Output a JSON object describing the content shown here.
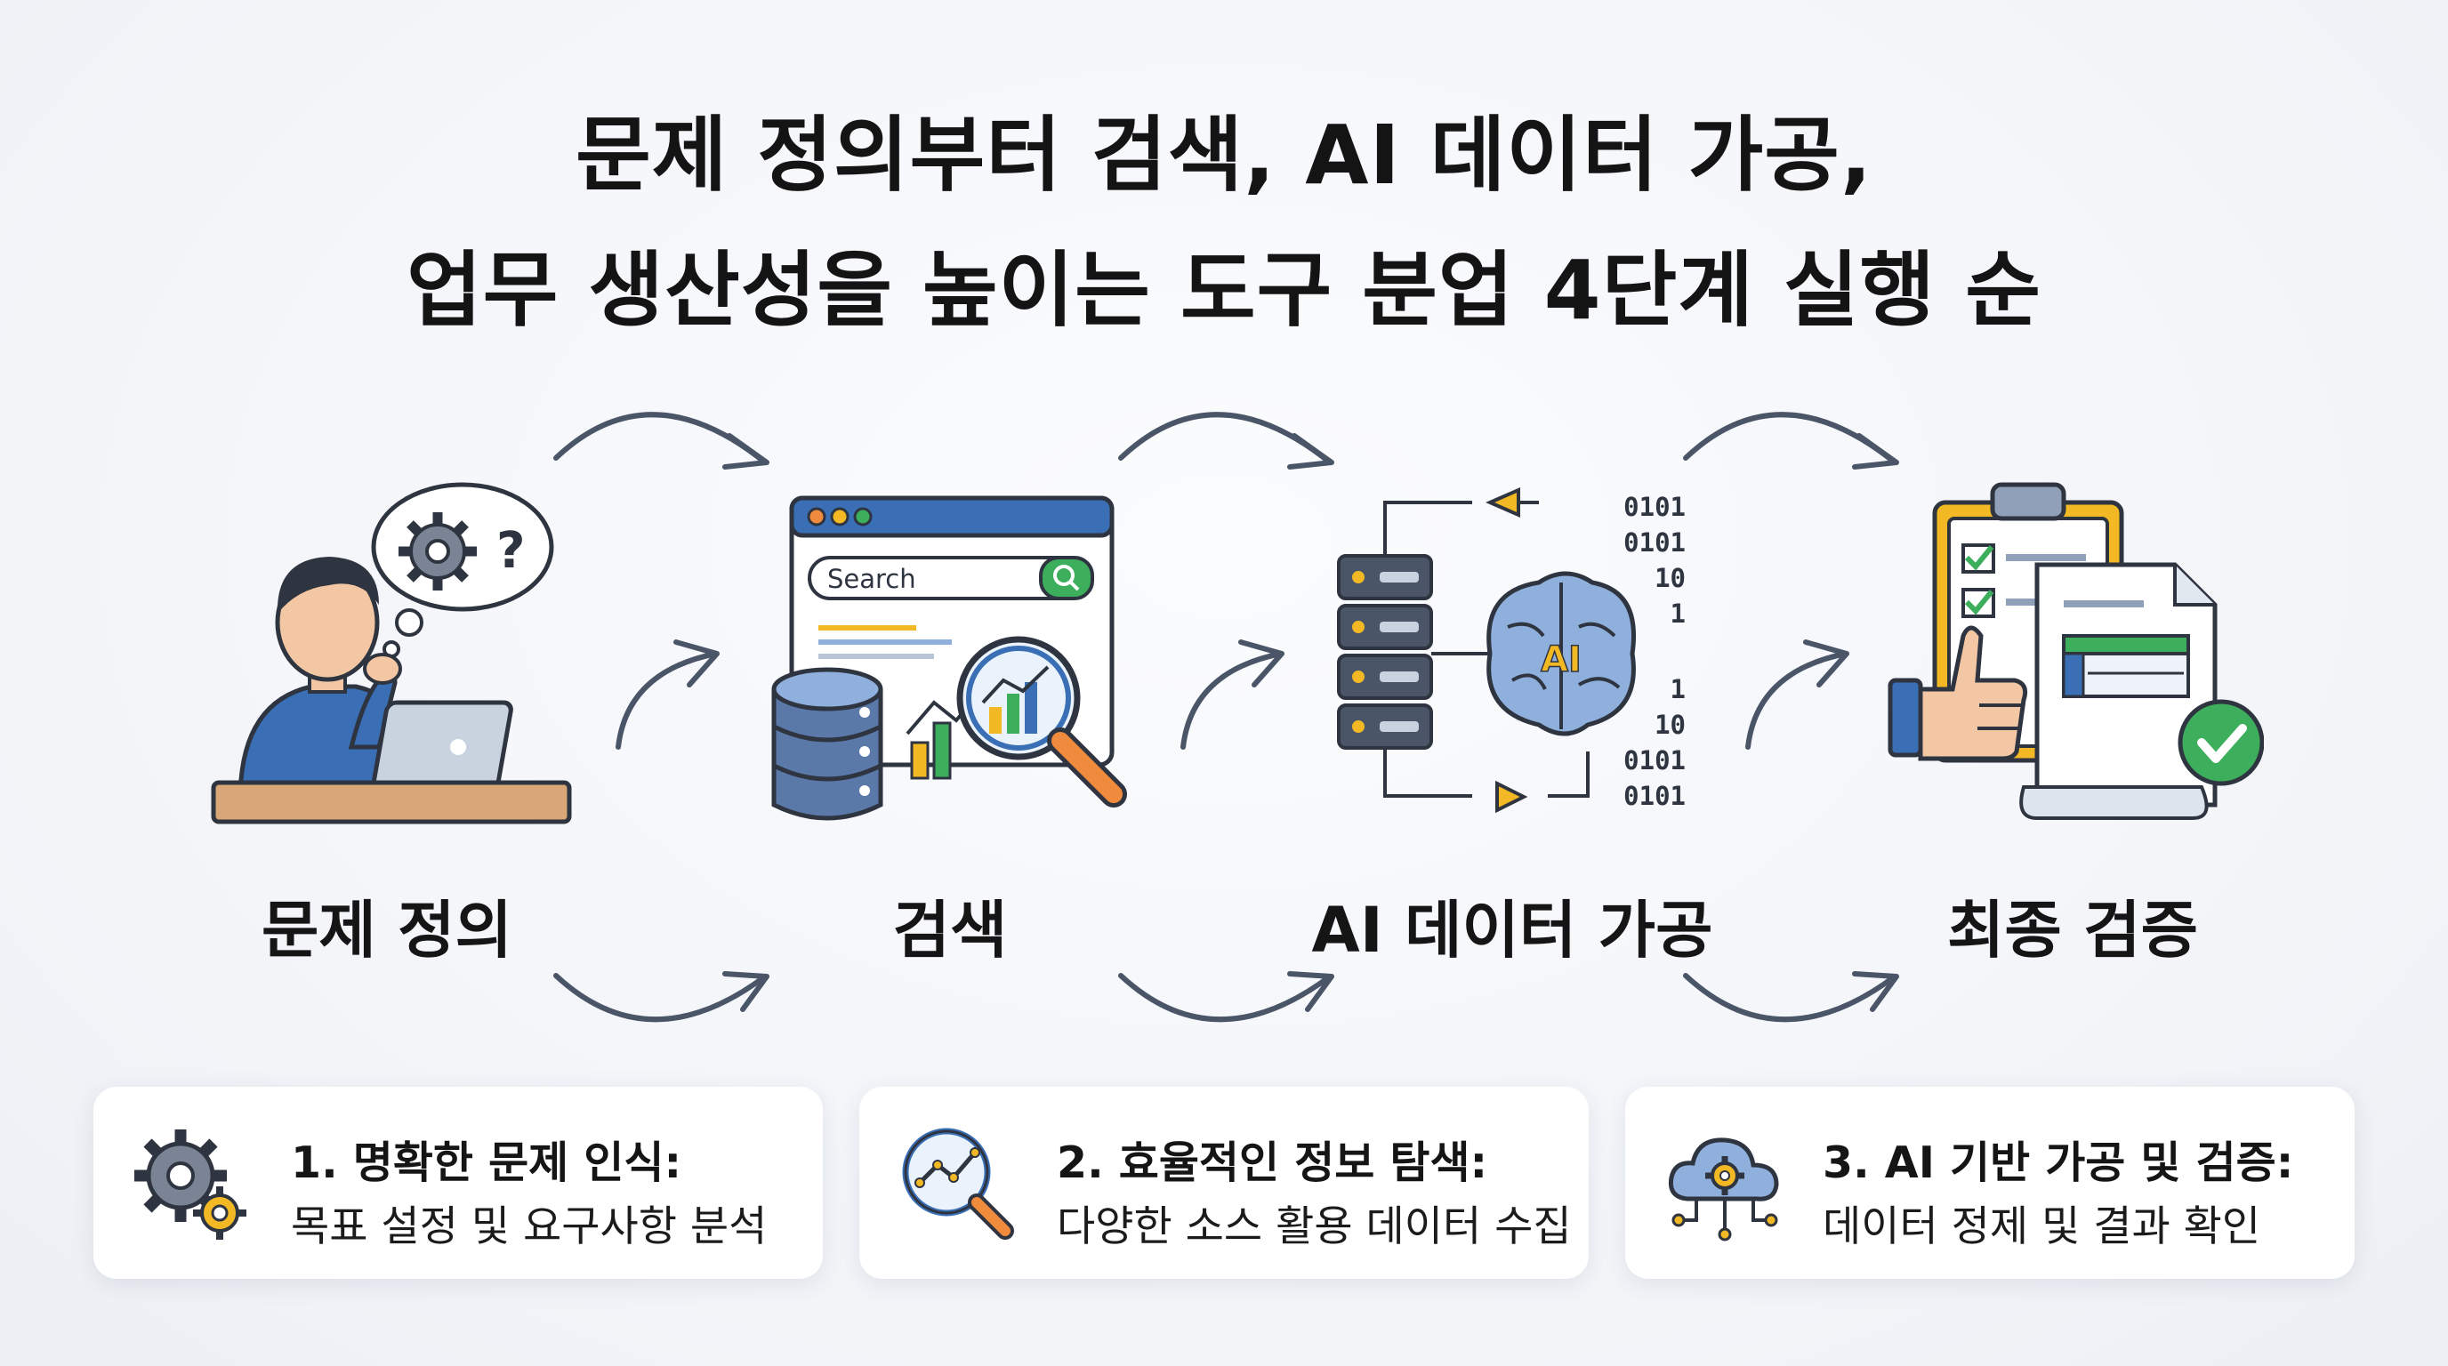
{
  "title": {
    "line1": "문제 정의부터 검색, AI 데이터 가공,",
    "line2": "업무 생산성을 높이는 도구 분업 4단계 실행 순"
  },
  "stages": [
    {
      "label": "문제 정의",
      "icon": "person-thinking-laptop-icon"
    },
    {
      "label": "검색",
      "icon": "search-browser-database-icon"
    },
    {
      "label": "AI 데이터 가공",
      "icon": "server-ai-brain-icon"
    },
    {
      "label": "최종 검증",
      "icon": "checklist-document-approval-icon"
    }
  ],
  "illustrations": {
    "search_box_text": "Search",
    "binary_top": [
      "0101",
      "0101",
      "10",
      "1"
    ],
    "binary_bottom": [
      "1",
      "10",
      "0101",
      "0101"
    ],
    "brain_text": "AI",
    "thought_symbol": "?"
  },
  "cards": [
    {
      "title": "1. 명확한 문제 인식:",
      "desc": "목표 설정 및 요구사항 분석",
      "icon": "gears-icon"
    },
    {
      "title": "2. 효율적인 정보 탐색:",
      "desc": "다양한 소스 활용 데이터 수집",
      "icon": "magnifier-chart-icon"
    },
    {
      "title": "3. AI 기반 가공 및 검증:",
      "desc": "데이터 정제 및 결과 확인",
      "icon": "cloud-network-gear-icon"
    }
  ],
  "colors": {
    "accent_blue": "#3a6fb5",
    "slate": "#4a5568",
    "orange": "#f08a3c",
    "green": "#3cae5c",
    "yellow": "#f2b924"
  }
}
